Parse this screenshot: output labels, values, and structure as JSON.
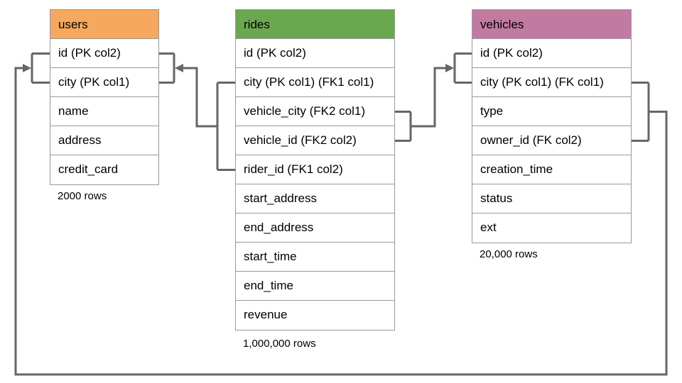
{
  "tables": [
    {
      "name": "users",
      "header_color": "#F5A85E",
      "columns": [
        "id (PK col2)",
        "city (PK col1)",
        "name",
        "address",
        "credit_card"
      ],
      "row_count_label": "2000 rows"
    },
    {
      "name": "rides",
      "header_color": "#6AA84F",
      "columns": [
        "id (PK col2)",
        "city (PK col1) (FK1 col1)",
        "vehicle_city (FK2 col1)",
        "vehicle_id (FK2 col2)",
        "rider_id (FK1 col2)",
        "start_address",
        "end_address",
        "start_time",
        "end_time",
        "revenue"
      ],
      "row_count_label": "1,000,000 rows"
    },
    {
      "name": "vehicles",
      "header_color": "#C27BA0",
      "columns": [
        "id (PK col2)",
        "city (PK col1) (FK col1)",
        "type",
        "owner_id (FK col2)",
        "creation_time",
        "status",
        "ext"
      ],
      "row_count_label": "20,000 rows"
    }
  ],
  "relationships": [
    {
      "name": "rides-to-users",
      "from_table": "rides",
      "from_columns": "city (FK1 col1), rider_id (FK1 col2)",
      "to_table": "users",
      "to_columns": "id (PK col2), city (PK col1)"
    },
    {
      "name": "rides-to-vehicles",
      "from_table": "rides",
      "from_columns": "vehicle_city (FK2 col1), vehicle_id (FK2 col2)",
      "to_table": "vehicles",
      "to_columns": "id (PK col2), city (PK col1)"
    },
    {
      "name": "vehicles-to-users",
      "from_table": "vehicles",
      "from_columns": "city (FK col1), owner_id (FK col2)",
      "to_table": "users",
      "to_columns": "id (PK col2), city (PK col1)"
    }
  ],
  "colors": {
    "connector": "#666666",
    "table_border": "#999999",
    "users_header": "#F5A85E",
    "rides_header": "#6AA84F",
    "vehicles_header": "#C27BA0"
  }
}
